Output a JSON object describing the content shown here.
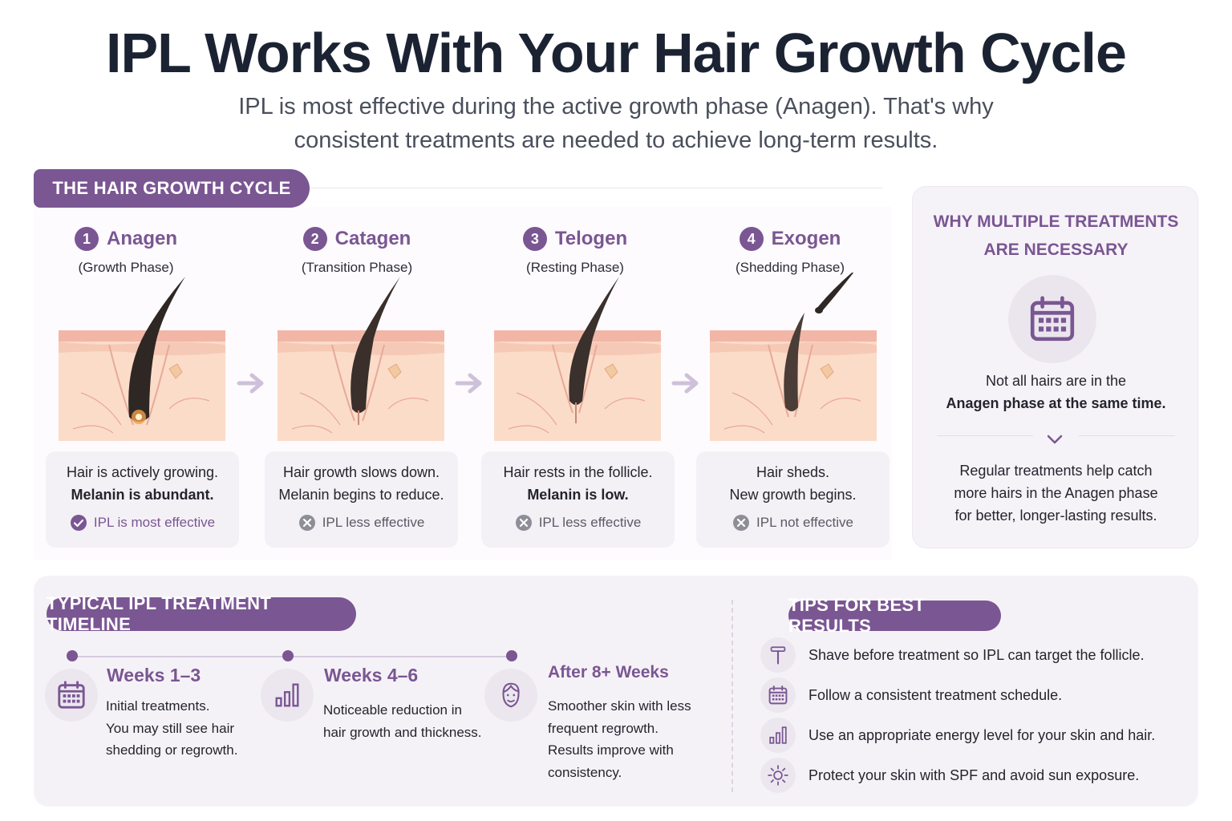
{
  "header": {
    "title": "IPL Works With Your Hair Growth Cycle",
    "subtitle_line1": "IPL is most effective during the active growth phase (Anagen). That's why",
    "subtitle_line2": "consistent treatments are needed to achieve long-term results."
  },
  "cycle": {
    "section_label": "THE HAIR GROWTH CYCLE",
    "stages": [
      {
        "num": "1",
        "name": "Anagen",
        "sub": "(Growth Phase)",
        "line1": "Hair is actively growing.",
        "line2": "Melanin is abundant.",
        "effect": "IPL is most effective",
        "status_icon": "check-circle-icon"
      },
      {
        "num": "2",
        "name": "Catagen",
        "sub": "(Transition Phase)",
        "line1": "Hair growth slows down.",
        "line2": "Melanin begins to reduce.",
        "effect": "IPL less effective",
        "status_icon": "x-circle-icon"
      },
      {
        "num": "3",
        "name": "Telogen",
        "sub": "(Resting Phase)",
        "line1": "Hair rests in the follicle.",
        "line2": "Melanin is low.",
        "effect": "IPL less effective",
        "status_icon": "x-circle-icon"
      },
      {
        "num": "4",
        "name": "Exogen",
        "sub": "(Shedding Phase)",
        "line1": "Hair sheds.",
        "line2": "New growth begins.",
        "effect": "IPL not effective",
        "status_icon": "x-circle-icon"
      }
    ]
  },
  "why": {
    "title_line1": "WHY MULTIPLE TREATMENTS",
    "title_line2": "ARE NECESSARY",
    "icon": "calendar-icon",
    "text1_line1": "Not all hairs are in the",
    "text1_line2": "Anagen phase at the same time.",
    "text2_line1": "Regular treatments help catch",
    "text2_line2": "more hairs in the Anagen phase",
    "text2_line3": "for better, longer-lasting results."
  },
  "timeline": {
    "section_label": "TYPICAL IPL TREATMENT TIMELINE",
    "steps": [
      {
        "title": "Weeks 1–3",
        "icon": "calendar-icon",
        "lines": [
          "Initial treatments.",
          "You may still see hair",
          "shedding or regrowth."
        ]
      },
      {
        "title": "Weeks 4–6",
        "icon": "bar-chart-icon",
        "lines": [
          "Noticeable reduction in",
          "hair growth and thickness."
        ]
      },
      {
        "title": "After 8+ Weeks",
        "icon": "face-icon",
        "lines": [
          "Smoother skin with less",
          "frequent regrowth.",
          "Results improve with",
          "consistency."
        ]
      }
    ]
  },
  "tips": {
    "section_label": "TIPS FOR BEST RESULTS",
    "items": [
      {
        "text": "Shave before treatment so IPL can target the follicle.",
        "icon": "razor-icon"
      },
      {
        "text": "Follow a consistent treatment schedule.",
        "icon": "calendar-icon"
      },
      {
        "text": "Use an appropriate energy level for your skin and hair.",
        "icon": "bar-chart-icon"
      },
      {
        "text": "Protect your skin with SPF and avoid sun exposure.",
        "icon": "sun-icon"
      }
    ]
  },
  "colors": {
    "accent": "#7a5693",
    "title": "#1b2333",
    "panel": "#f5f2f7",
    "skin": "#f8d6c3"
  }
}
